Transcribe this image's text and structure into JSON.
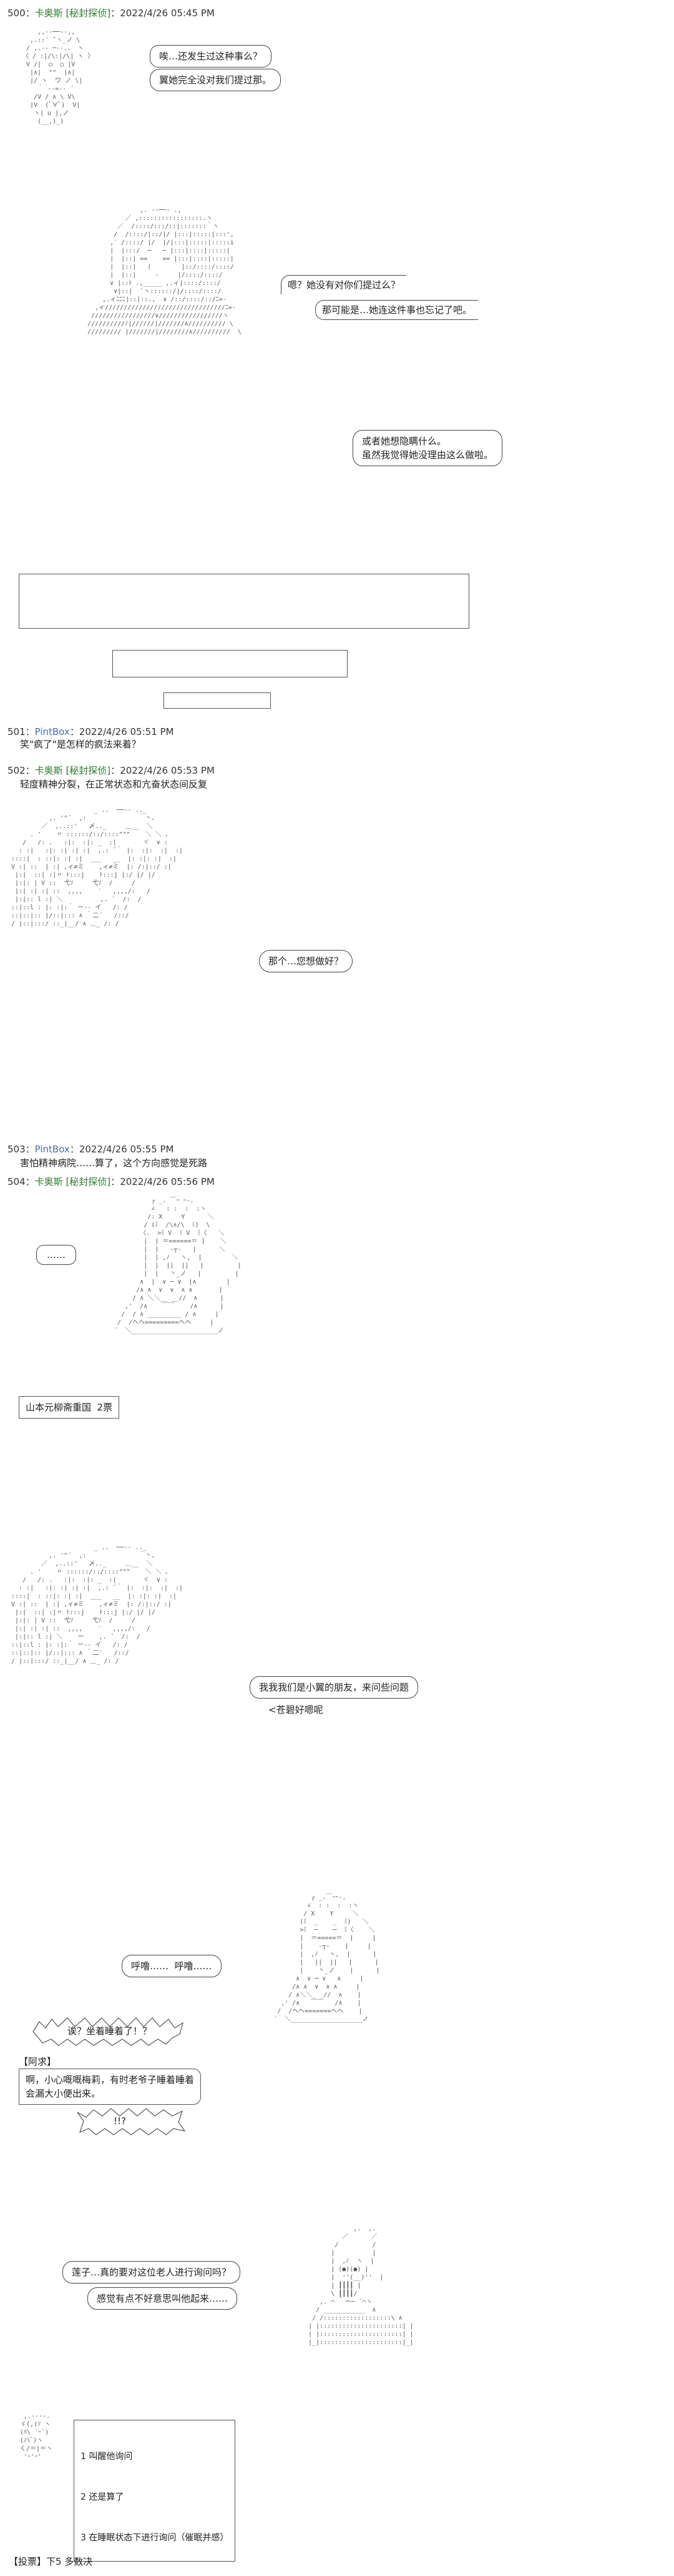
{
  "posts": [
    {
      "number": "500",
      "author": "卡奥斯",
      "thread": "[秘封探侦]",
      "timestamp": "2022/4/26 05:45 PM"
    },
    {
      "number": "501",
      "author": "PintBox",
      "thread": "",
      "timestamp": "2022/4/26 05:51 PM",
      "text": "笑\"疯了\"是怎样的疯法来着？"
    },
    {
      "number": "502",
      "author": "卡奥斯",
      "thread": "[秘封探侦]",
      "timestamp": "2022/4/26 05:53 PM",
      "text": "轻度精神分裂，在正常状态和亢奋状态间反复"
    },
    {
      "number": "503",
      "author": "PintBox",
      "thread": "",
      "timestamp": "2022/4/26 05:55 PM",
      "text": "害怕精神病院……算了，这个方向感觉是死路"
    },
    {
      "number": "504",
      "author": "卡奥斯",
      "thread": "[秘封探侦]",
      "timestamp": "2022/4/26 05:56 PM"
    }
  ],
  "dialogue": {
    "d1": "唉…还发生过这种事么？",
    "d2": "翼她完全没对我们提过那。",
    "d3": "嗯？她没有对你们提过么？",
    "d4": "那可能是…她连这件事也忘记了吧。",
    "d5": "或者她想隐瞒什么。\n虽然我觉得她没理由这么做啦。",
    "d6": "那个…您想做好？",
    "d7": "……",
    "d8": "山本元柳斋重国  2票",
    "d9": "我我我们是小翼的朋友，来问些问题",
    "d10": "<苍碧好嗯呢",
    "d11": "呼噜……  呼噜……",
    "d12": "诶？坐着睡着了！？",
    "d13_speaker": "【阿求】",
    "d13": "啊，小心嘅嘅梅莉，有时老爷子睡着睡着\n会漏大小便出来。",
    "d14": "!!?",
    "d15": "莲子…真的要对这位老人进行询问吗？",
    "d16": "感觉有点不好意思叫他起来……",
    "choices": [
      "1 叫醒他询问",
      "2 还是算了",
      "3 在睡眠状态下进行询问（催眠并感）"
    ],
    "vote": "【投票】下5 多数决"
  }
}
